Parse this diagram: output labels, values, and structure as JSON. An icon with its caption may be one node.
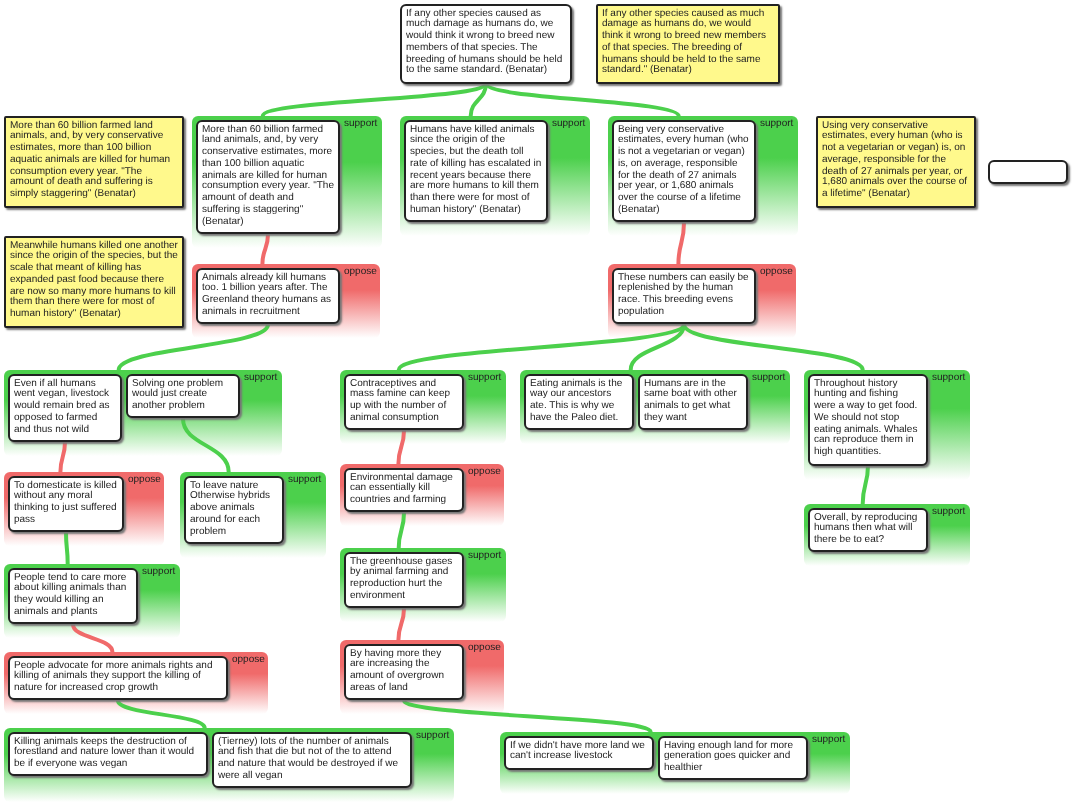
{
  "diagram": {
    "nodes": [
      {
        "text": [
          "If any other species caused as much damage as humans do, we would think it wrong to breed new members of that species. The breeding of humans should be held to the same standard. (Benatar)"
        ]
      },
      {
        "text": [
          "If any other species caused as much damage as humans do, we would think it wrong to breed new members of that species. The breeding of humans should be held to the same standard.\" (Benatar)"
        ]
      },
      {
        "text": [
          "support"
        ]
      },
      {
        "text": [
          "More than 60 billion farmed land animals, and, by very conservative estimates, more than 100 billion aquatic animals are killed for human consumption every year. \"The amount of death and suffering is staggering\" (Benatar)"
        ],
        "in": 2
      },
      {
        "text": [
          "support"
        ]
      },
      {
        "text": [
          "Humans have killed animals since the origin of the species, but the death toll rate of killing has escalated in recent years because there are more humans to kill them than there were for most of human history\" (Benatar)"
        ],
        "in": 4
      },
      {
        "text": [
          "support"
        ]
      },
      {
        "text": [
          "Being very conservative estimates, every human (who is not a vegetarian or vegan) is, on average, responsible for the death of 27 animals per year, or 1,680 animals over the course of a lifetime (Benatar)"
        ],
        "in": 6
      },
      {
        "text": [
          "More than 60 billion farmed land animals, and, by very conservative estimates, more than 100 billion aquatic animals are killed for human consumption every year. \"The amount of death and suffering is simply staggering\" (Benatar)"
        ]
      },
      {
        "text": [
          "Using very conservative estimates, every human (who is not a vegetarian or vegan) is, on average, responsible for the death of 27 animals per year, or 1,680 animals over the course of a lifetime\" (Benatar)"
        ]
      },
      {
        "text": [],
        "shape": "box"
      },
      {
        "text": [
          "oppose"
        ]
      },
      {
        "text": [
          "Animals already kill humans too. 1 billion years after. The Greenland theory humans as animals in recruitment"
        ],
        "in": 11
      },
      {
        "text": [
          "oppose"
        ]
      },
      {
        "text": [
          "These numbers can easily be replenished by the human race. This breeding evens population"
        ],
        "in": 13
      },
      {
        "text": [
          "Meanwhile humans killed one another since the origin of the species, but the scale that meant of killing has expanded past food because there are now so many more humans to kill them than there were for most of human history\" (Benatar)"
        ]
      },
      {
        "text": [
          "support"
        ]
      },
      {
        "text": [
          "Even if all humans went vegan, livestock would remain bred as opposed to farmed and thus not wild"
        ],
        "in": 16
      },
      {
        "text": [
          "Solving one problem would just create another problem"
        ],
        "in": 16
      },
      {
        "text": [
          "oppose"
        ]
      },
      {
        "text": [
          "To domesticate is killed without any moral thinking to just suffered pass"
        ],
        "in": 19
      },
      {
        "text": [
          "support"
        ]
      },
      {
        "text": [
          "To leave nature Otherwise hybrids above animals around for each problem"
        ],
        "in": 21
      },
      {
        "text": [
          "support"
        ]
      },
      {
        "text": [
          "People tend to care more about killing animals than they would killing an animals and plants"
        ],
        "in": 23
      },
      {
        "text": [
          "oppose"
        ]
      },
      {
        "text": [
          "People advocate for more animals rights and killing of animals they support the killing of nature for increased crop growth"
        ],
        "in": 25
      },
      {
        "text": [
          "support"
        ]
      },
      {
        "text": [
          "Killing animals keeps the destruction of forestland and nature lower than it would be if everyone was vegan"
        ],
        "in": 27
      },
      {
        "text": [
          "(Tierney) lots of the number of animals and fish that die but not of the to attend and nature that would be destroyed if we were all vegan"
        ],
        "in": 27
      },
      {
        "text": [
          "support"
        ]
      },
      {
        "text": [
          "Contraceptives and mass famine can keep up with the number of animal consumption"
        ],
        "in": 30
      },
      {
        "text": [
          "support"
        ]
      },
      {
        "text": [
          "Eating animals is the way our ancestors ate. This is why we have the Paleo diet."
        ],
        "in": 32
      },
      {
        "text": [
          "Humans are in the same boat with other animals to get what they want"
        ],
        "in": 32
      },
      {
        "text": [
          "support"
        ]
      },
      {
        "text": [
          "Throughout history hunting and fishing were a way to get food. We should not stop eating animals. Whales can reproduce them in high quantities."
        ],
        "in": 35
      },
      {
        "text": [
          "support"
        ]
      },
      {
        "text": [
          "Overall, by reproducing humans then what will there be to eat?"
        ],
        "in": 37
      },
      {
        "text": [
          "oppose"
        ]
      },
      {
        "text": [
          "Environmental damage can essentially kill countries and farming"
        ],
        "in": 39
      },
      {
        "text": [
          "support"
        ]
      },
      {
        "text": [
          "The greenhouse gases by animal farming and reproduction hurt the environment"
        ],
        "in": 41
      },
      {
        "text": [
          "oppose"
        ]
      },
      {
        "text": [
          "By having more they are increasing the amount of overgrown areas of land"
        ],
        "in": 43
      },
      {
        "text": [
          "support"
        ]
      },
      {
        "text": [
          "If we didn't have more land we can't increase livestock"
        ],
        "in": 45
      },
      {
        "text": [
          "Having enough land for more generation goes quicker and healthier"
        ],
        "in": 45
      }
    ],
    "edges": [
      {
        "from": 0,
        "to": 2,
        "arrow": "none"
      },
      {
        "from": 0,
        "to": 4,
        "arrow": "none"
      },
      {
        "from": 0,
        "to": 6,
        "arrow": "none"
      },
      {
        "from": 3,
        "to": 11,
        "arrow": "none",
        "color": "#f06a6a"
      },
      {
        "from": 7,
        "to": 13,
        "arrow": "none",
        "color": "#f06a6a"
      },
      {
        "from": 12,
        "to": 16,
        "arrow": "none"
      },
      {
        "from": 17,
        "to": 19,
        "arrow": "none",
        "color": "#f06a6a"
      },
      {
        "from": 18,
        "to": 21,
        "arrow": "none"
      },
      {
        "from": 20,
        "to": 23,
        "arrow": "none"
      },
      {
        "from": 24,
        "to": 25,
        "arrow": "none",
        "color": "#f06a6a"
      },
      {
        "from": 26,
        "to": 27,
        "arrow": "none"
      },
      {
        "from": 14,
        "to": 30,
        "arrow": "none"
      },
      {
        "from": 14,
        "to": 32,
        "arrow": "none"
      },
      {
        "from": 14,
        "to": 35,
        "arrow": "none"
      },
      {
        "from": 36,
        "to": 37,
        "arrow": "none"
      },
      {
        "from": 31,
        "to": 39,
        "arrow": "none",
        "color": "#f06a6a"
      },
      {
        "from": 40,
        "to": 41,
        "arrow": "none"
      },
      {
        "from": 42,
        "to": 43,
        "arrow": "none",
        "color": "#f06a6a"
      },
      {
        "from": 44,
        "to": 45,
        "arrow": "none"
      }
    ]
  }
}
